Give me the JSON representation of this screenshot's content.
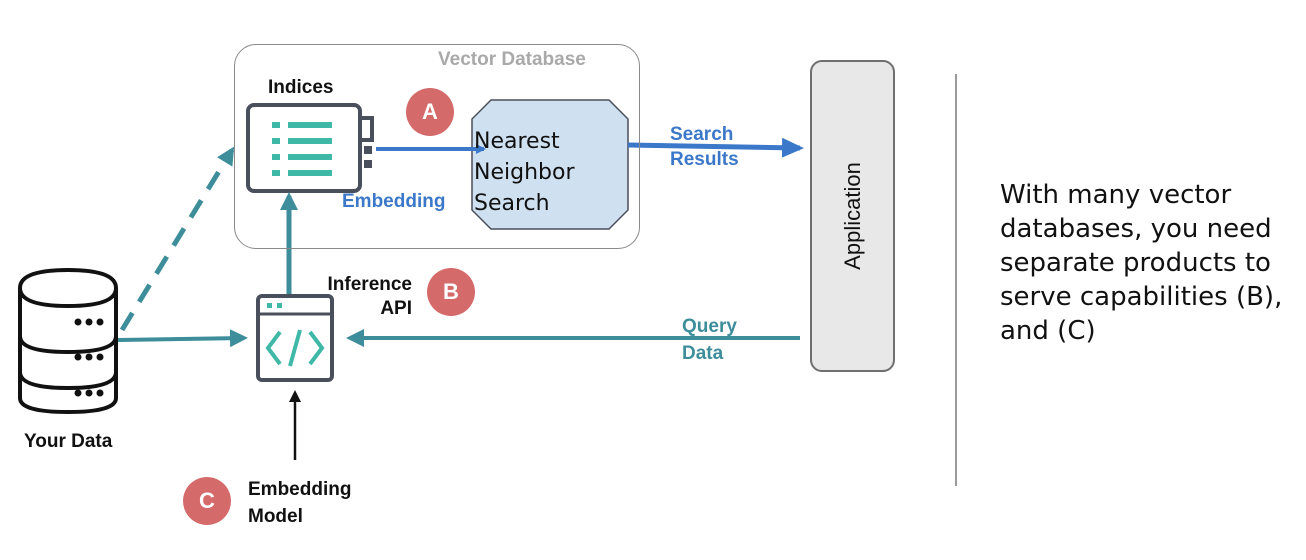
{
  "vector_database": {
    "title": "Vector Database"
  },
  "indices": {
    "label": "Indices"
  },
  "nearest_neighbor": {
    "label": "Nearest Neighbor Search",
    "lines": [
      "Nearest",
      "Neighbor",
      "Search"
    ]
  },
  "embedding_label": "Embedding",
  "search_results": {
    "lines": [
      "Search",
      "Results"
    ]
  },
  "application": {
    "label": "Application"
  },
  "inference_api": {
    "lines": [
      "Inference",
      "API"
    ]
  },
  "query_data": {
    "lines": [
      "Query",
      "Data"
    ]
  },
  "your_data": {
    "label": "Your Data"
  },
  "embedding_model": {
    "lines": [
      "Embedding",
      "Model"
    ]
  },
  "badges": {
    "a": "A",
    "b": "B",
    "c": "C"
  },
  "side_note": {
    "lines": [
      "With many vector",
      "databases, you need",
      "separate products to",
      "serve capabilities (B),",
      "and (C)"
    ]
  },
  "colors": {
    "blue": "#3b78c9",
    "teal": "#3d8e9a",
    "badge": "#d46a6a",
    "nn_fill": "#cfe0f1",
    "icon_dark": "#4a4f5c"
  }
}
